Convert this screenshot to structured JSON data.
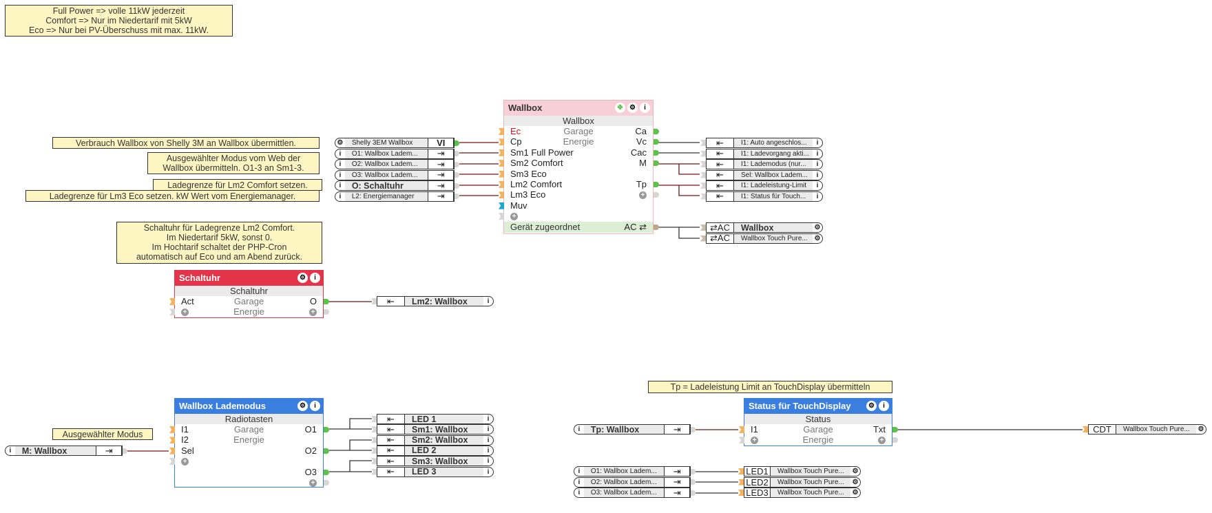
{
  "notes": {
    "modes": [
      "Full Power => volle 11kW jederzeit",
      "Comfort => Nur im Niedertarif mit 5kW",
      "Eco => Nur bei PV-Überschuss mit max. 11kW."
    ],
    "verbrauch": "Verbrauch Wallbox von Shelly 3M an Wallbox übermittlen.",
    "modus_web": [
      "Ausgewählter Modus vom Web der",
      "Wallbox übermitteln. O1-3 an Sm1-3."
    ],
    "lm2": "Ladegrenze für Lm2 Comfort setzen.",
    "lm3": "Ladegrenze für Lm3 Eco setzen. kW Wert vom Energiemanager.",
    "schaltuhr": [
      "Schaltuhr für Ladegrenze Lm2 Comfort.",
      "Im Niedertarif 5kW, sonst 0.",
      "Im Hochtarif schaltet der PHP-Cron",
      "automatisch auf Eco und am Abend zurück."
    ],
    "ausgewaehlt": "Ausgewählter Modus",
    "tp": "Tp = Ladeleistung Limit an TouchDisplay übermitteln"
  },
  "wallbox_block": {
    "title": "Wallbox",
    "type": "Wallbox",
    "room": "Garage",
    "trade": "Energie",
    "inputs": [
      "Ec",
      "Cp",
      "Sm1 Full Power",
      "Sm2 Comfort",
      "Sm3 Eco",
      "Lm2 Comfort",
      "Lm3 Eco",
      "Muv"
    ],
    "outputs": [
      "Ca",
      "Vc",
      "Cac",
      "M",
      "Tp"
    ],
    "device_label": "Gerät zugeordnet",
    "device_value": "AC ⇄",
    "color": "#f7cfd6"
  },
  "wallbox_inputs": [
    {
      "icon": "gear",
      "name": "Shelly 3EM Wallbox",
      "tag": "VI"
    },
    {
      "icon": "info",
      "name": "O1: Wallbox Ladem...",
      "tag": "⇥"
    },
    {
      "icon": "info",
      "name": "O2: Wallbox Ladem...",
      "tag": "⇥"
    },
    {
      "icon": "info",
      "name": "O3: Wallbox Ladem...",
      "tag": "⇥"
    },
    {
      "icon": "info",
      "name": "O: Schaltuhr",
      "tag": "⇥"
    },
    {
      "icon": "info",
      "name": "L2: Energiemanager",
      "tag": "⇥"
    }
  ],
  "wallbox_outputs": [
    {
      "sym": "⇤",
      "name": "I1: Auto angeschlos..."
    },
    {
      "sym": "⇤",
      "name": "I1: Ladevorgang akti..."
    },
    {
      "sym": "⇤",
      "name": "I1: Lademodus (nur..."
    },
    {
      "sym": "⇤",
      "name": "Sel: Wallbox Ladem..."
    },
    {
      "sym": "⇤",
      "name": "I1: Ladeleistung-Limit"
    },
    {
      "sym": "⇤",
      "name": "I1: Status für Touch..."
    }
  ],
  "ac_outputs": [
    {
      "sym": "⇄AC",
      "name": "Wallbox"
    },
    {
      "sym": "⇄AC",
      "name": "Wallbox Touch Pure..."
    }
  ],
  "schaltuhr_block": {
    "title": "Schaltuhr",
    "type": "Schaltuhr",
    "room": "Garage",
    "trade": "Energie",
    "input": "Act",
    "output": "O",
    "color": "#e3344a"
  },
  "schaltuhr_output": {
    "sym": "⇤",
    "name": "Lm2: Wallbox"
  },
  "lademodus_block": {
    "title": "Wallbox Lademodus",
    "type": "Radiotasten",
    "room": "Garage",
    "trade": "Energie",
    "inputs": [
      "I1",
      "I2",
      "Sel"
    ],
    "outputs": [
      "O1",
      "O2",
      "O3"
    ],
    "color": "#3a7fe0"
  },
  "lademodus_outputs": [
    {
      "sym": "⇤",
      "name": "LED 1"
    },
    {
      "sym": "⇤",
      "name": "Sm1: Wallbox"
    },
    {
      "sym": "⇤",
      "name": "Sm2: Wallbox"
    },
    {
      "sym": "⇤",
      "name": "LED 2"
    },
    {
      "sym": "⇤",
      "name": "Sm3: Wallbox"
    },
    {
      "sym": "⇤",
      "name": "LED 3"
    }
  ],
  "m_input": {
    "name": "M: Wallbox",
    "tag": "⇥"
  },
  "status_block": {
    "title": "Status für TouchDisplay",
    "type": "Status",
    "room": "Garage",
    "trade": "Energie",
    "input": "I1",
    "output": "Txt",
    "color": "#3a7fe0"
  },
  "tp_input": {
    "name": "Tp: Wallbox",
    "tag": "⇥"
  },
  "cdt_output": {
    "tag": "CDT",
    "name": "Wallbox Touch Pure..."
  },
  "touch_inputs": [
    {
      "name": "O1: Wallbox Ladem...",
      "tag": "⇥"
    },
    {
      "name": "O2: Wallbox Ladem...",
      "tag": "⇥"
    },
    {
      "name": "O3: Wallbox Ladem...",
      "tag": "⇥"
    }
  ],
  "touch_outputs": [
    {
      "tag": "LED1",
      "name": "Wallbox Touch Pure..."
    },
    {
      "tag": "LED2",
      "name": "Wallbox Touch Pure..."
    },
    {
      "tag": "LED3",
      "name": "Wallbox Touch Pure..."
    }
  ]
}
